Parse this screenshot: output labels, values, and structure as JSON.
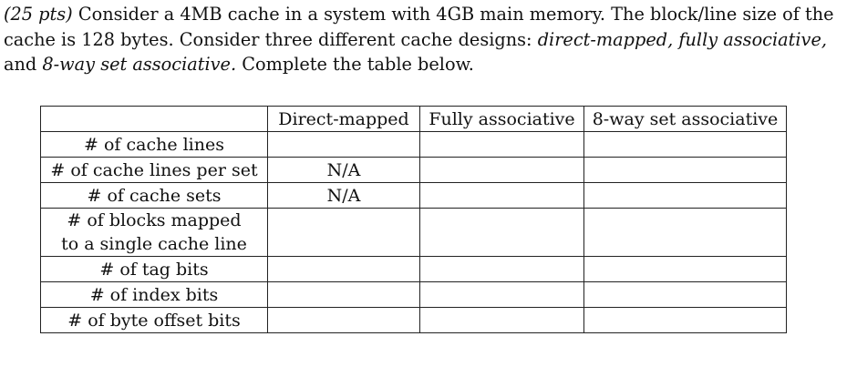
{
  "problem": {
    "points": "(25 pts)",
    "part1": " Consider a 4MB cache in a system with 4GB main memory. The block/line size of the cache is 128 bytes. Consider three different cache designs: ",
    "design_direct": "direct-mapped,",
    "sep1": " ",
    "design_fully": "fully associative,",
    "sep2": " and ",
    "design_set": "8-way set associative.",
    "part2": " Complete the table below."
  },
  "table": {
    "columns": [
      "Direct-mapped",
      "Fully associative",
      "8-way set associative"
    ],
    "rows": [
      {
        "label": "# of cache lines",
        "cells": [
          "",
          "",
          ""
        ]
      },
      {
        "label": "# of cache lines per set",
        "cells": [
          "N/A",
          "",
          ""
        ]
      },
      {
        "label": "# of cache sets",
        "cells": [
          "N/A",
          "",
          ""
        ]
      },
      {
        "label_line1": "# of blocks mapped",
        "label_line2": "to a single cache line",
        "cells": [
          "",
          "",
          ""
        ]
      },
      {
        "label": "# of tag bits",
        "cells": [
          "",
          "",
          ""
        ]
      },
      {
        "label": "# of index bits",
        "cells": [
          "",
          "",
          ""
        ]
      },
      {
        "label": "# of byte offset bits",
        "cells": [
          "",
          "",
          ""
        ]
      }
    ]
  }
}
